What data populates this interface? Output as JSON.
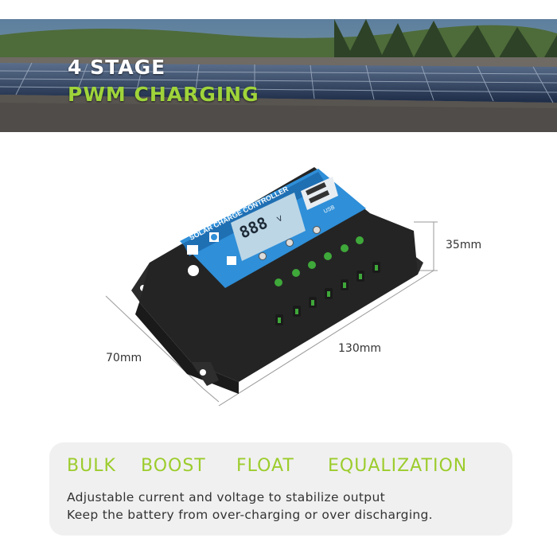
{
  "banner": {
    "line1": "4 STAGE",
    "line2": "PWM CHARGING",
    "colors": {
      "line1": "#ffffff",
      "line2": "#9fd43a"
    }
  },
  "product": {
    "panel_text": "SOLAR CHARGE CONTROLLER",
    "usb_label": "USB",
    "lcd_digits": "888",
    "lcd_unit": "V"
  },
  "dimensions": {
    "height": "35mm",
    "length": "130mm",
    "width": "70mm"
  },
  "stages": [
    "BULK",
    "BOOST",
    "FLOAT",
    "EQUALIZATION"
  ],
  "description": [
    "Adjustable current and voltage to stabilize output",
    "Keep the battery from over-charging or over discharging."
  ],
  "colors": {
    "accent": "#9ccc2c",
    "body": "#2b2b2b",
    "face": "#2f8fd8"
  }
}
